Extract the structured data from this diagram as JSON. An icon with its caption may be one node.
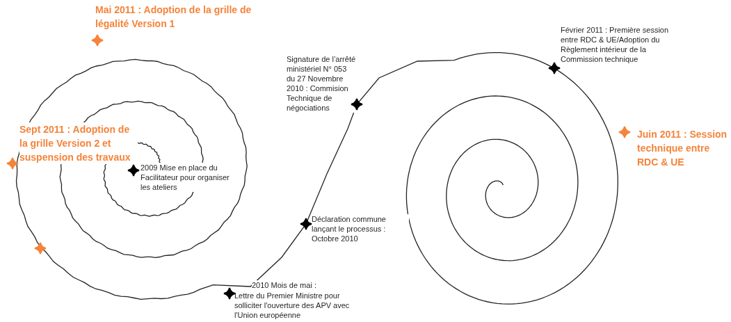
{
  "diagram": {
    "labels": [
      "Mai 2011 : Adoption de la grille de légalité Version 1",
      "Février 2011 : Première session entre RDC & UE/Adoption du Règlement intérieur de la Commission technique",
      "Signature de l’arrêté ministériel N° 053 du 27 Novembre 2010 : Commision Technique de négociations",
      "Juin 2011 : Session technique entre RDC & UE",
      "Sept 2011 : Adoption de la grille Version 2 et suspension des travaux",
      "2009 Mise en place du Facilitateur pour organiser les ateliers",
      "Déclaration commune lançant le processus : Octobre 2010",
      "2010 Mois de mai :",
      "Lettre du Premier Ministre pour solliciter l'ouverture des APV avec l'Union européenne"
    ]
  }
}
